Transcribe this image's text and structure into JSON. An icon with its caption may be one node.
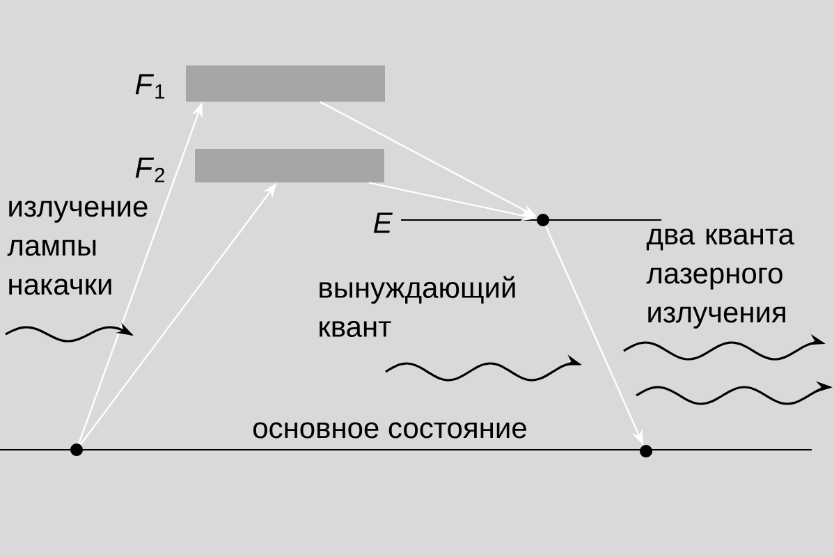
{
  "diagram": {
    "nodes": [
      {
        "text": [],
        "shape": "bar",
        "beside": [
          "*F*$_{1}$"
        ]
      },
      {
        "text": [],
        "shape": "bar",
        "beside": [
          "*F*$_{2}$"
        ]
      },
      {
        "text": [],
        "shape": "circle"
      },
      {
        "text": [],
        "shape": "circle"
      },
      {
        "text": [],
        "shape": "circle"
      }
    ],
    "edges": [
      {
        "from": 3,
        "to": 0,
        "arrow": "to"
      },
      {
        "from": 3,
        "to": 1,
        "arrow": "to"
      },
      {
        "from": 0,
        "to": 2,
        "arrow": "to"
      },
      {
        "from": 1,
        "to": 2,
        "arrow": "to"
      },
      {
        "from": 2,
        "to": 4,
        "arrow": "to"
      }
    ],
    "labels": [
      "E",
      "излучение лампы накачки",
      "вынуждающий квант",
      "два кванта лазерного излучения",
      "основное состояние"
    ]
  }
}
